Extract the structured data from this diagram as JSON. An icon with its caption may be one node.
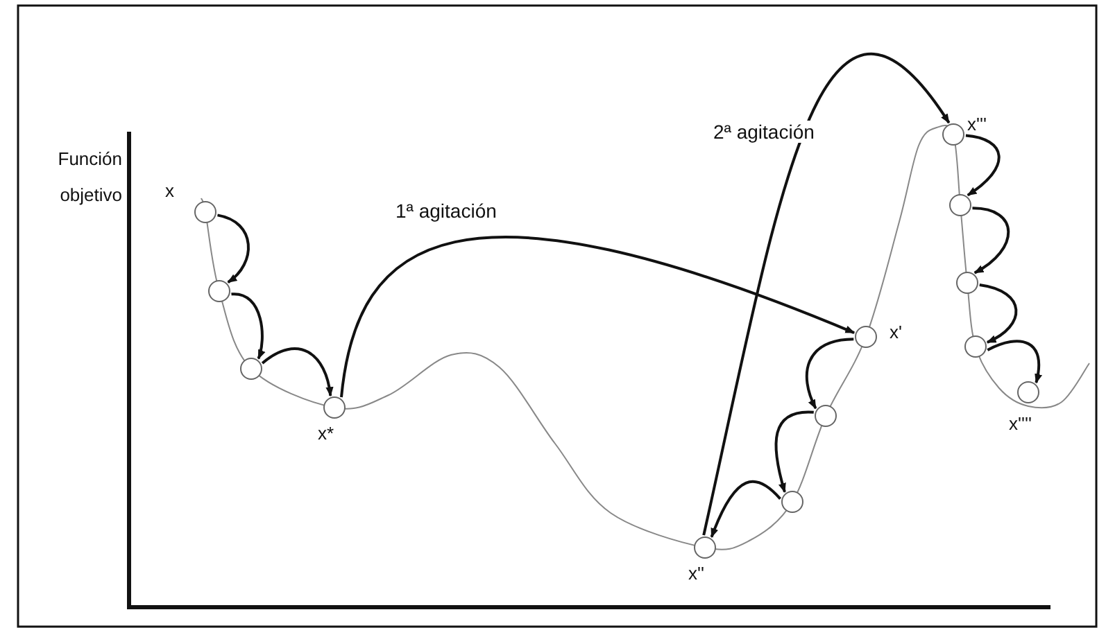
{
  "diagram": {
    "nodes": [
      {
        "text": [],
        "shape": "circle",
        "beside": [
          "x"
        ]
      },
      {
        "text": [],
        "shape": "circle"
      },
      {
        "text": [],
        "shape": "circle"
      },
      {
        "text": [],
        "shape": "circle",
        "beside": [
          "x*"
        ]
      },
      {
        "text": [],
        "shape": "circle",
        "beside": [
          "x'"
        ]
      },
      {
        "text": [],
        "shape": "circle"
      },
      {
        "text": [],
        "shape": "circle"
      },
      {
        "text": [],
        "shape": "circle",
        "beside": [
          "x''"
        ]
      },
      {
        "text": [],
        "shape": "circle",
        "beside": [
          "x'''"
        ]
      },
      {
        "text": [],
        "shape": "circle"
      },
      {
        "text": [],
        "shape": "circle"
      },
      {
        "text": [],
        "shape": "circle"
      },
      {
        "text": [],
        "shape": "circle",
        "beside": [
          "x''''"
        ]
      }
    ],
    "edges": [
      {
        "from": 0,
        "to": 1,
        "arrow": "to"
      },
      {
        "from": 1,
        "to": 2,
        "arrow": "to"
      },
      {
        "from": 2,
        "to": 3,
        "arrow": "to"
      },
      {
        "from": 3,
        "to": 4,
        "arrow": "to",
        "label": "1ª agitación"
      },
      {
        "from": 4,
        "to": 5,
        "arrow": "to"
      },
      {
        "from": 5,
        "to": 6,
        "arrow": "to"
      },
      {
        "from": 6,
        "to": 7,
        "arrow": "to"
      },
      {
        "from": 7,
        "to": 8,
        "arrow": "to",
        "label": "2ª agitación"
      },
      {
        "from": 8,
        "to": 9,
        "arrow": "to"
      },
      {
        "from": 9,
        "to": 10,
        "arrow": "to"
      },
      {
        "from": 10,
        "to": 11,
        "arrow": "to"
      },
      {
        "from": 11,
        "to": 12,
        "arrow": "to"
      }
    ],
    "labels": [
      "Función objetivo"
    ]
  }
}
